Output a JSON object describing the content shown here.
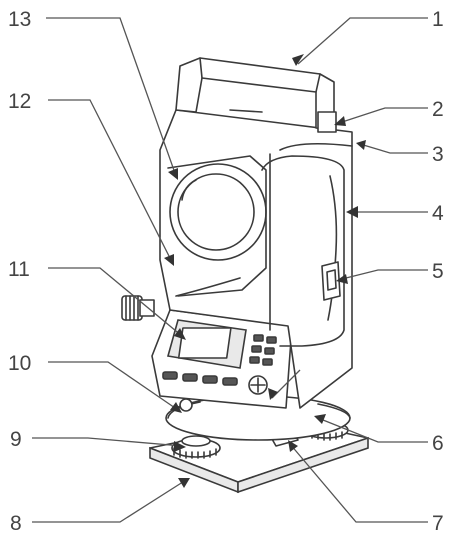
{
  "callouts": [
    {
      "id": "1",
      "label": "1"
    },
    {
      "id": "2",
      "label": "2"
    },
    {
      "id": "3",
      "label": "3"
    },
    {
      "id": "4",
      "label": "4"
    },
    {
      "id": "5",
      "label": "5"
    },
    {
      "id": "6",
      "label": "6"
    },
    {
      "id": "7",
      "label": "7"
    },
    {
      "id": "8",
      "label": "8"
    },
    {
      "id": "9",
      "label": "9"
    },
    {
      "id": "10",
      "label": "10"
    },
    {
      "id": "11",
      "label": "11"
    },
    {
      "id": "12",
      "label": "12"
    },
    {
      "id": "13",
      "label": "13"
    }
  ],
  "colors": {
    "ink": "#3a3a3a",
    "label": "#444444",
    "background": "#ffffff"
  }
}
